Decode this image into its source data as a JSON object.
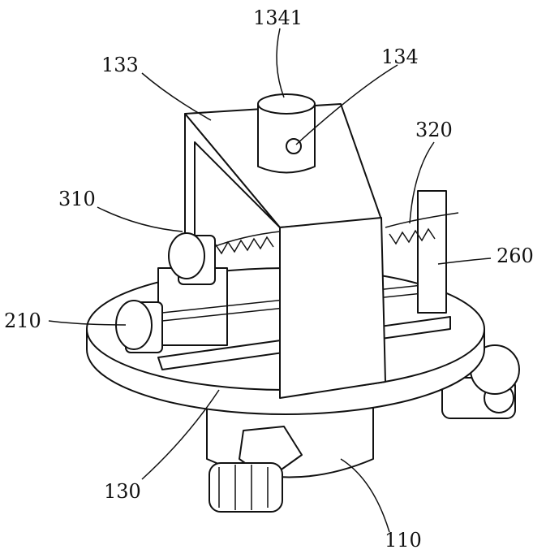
{
  "labels": {
    "part_1341": "1341",
    "part_133": "133",
    "part_134": "134",
    "part_320": "320",
    "part_310": "310",
    "part_260": "260",
    "part_210": "210",
    "part_130": "130",
    "part_110": "110"
  }
}
